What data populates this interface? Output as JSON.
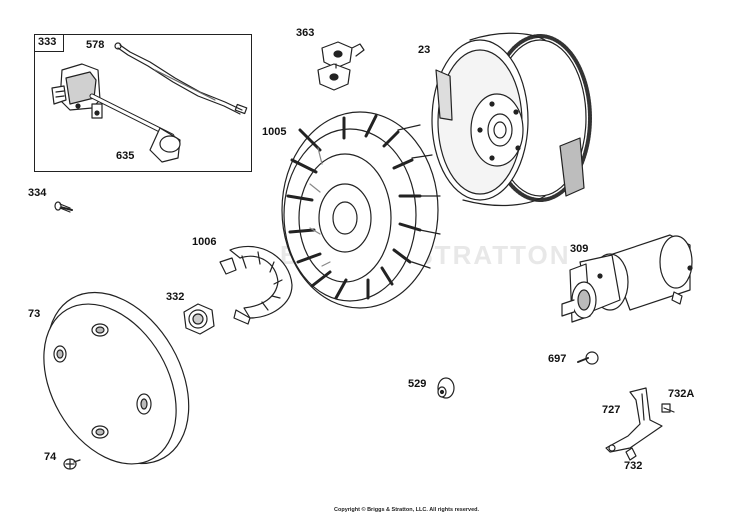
{
  "labels": {
    "p333": "333",
    "p578": "578",
    "p635": "635",
    "p363": "363",
    "p23": "23",
    "p1005": "1005",
    "p334": "334",
    "p1006": "1006",
    "p309": "309",
    "p332": "332",
    "p73": "73",
    "p697": "697",
    "p529": "529",
    "p727": "727",
    "p732a": "732A",
    "p732": "732",
    "p74": "74"
  },
  "watermark": "BRIGGS&STRATTON",
  "footer": "Copyright © Briggs & Stratton, LLC. All rights reserved.",
  "colors": {
    "line": "#222222",
    "shade": "#bdbdbd",
    "light": "#e6e6e6",
    "watermark": "#e4e4e4"
  }
}
